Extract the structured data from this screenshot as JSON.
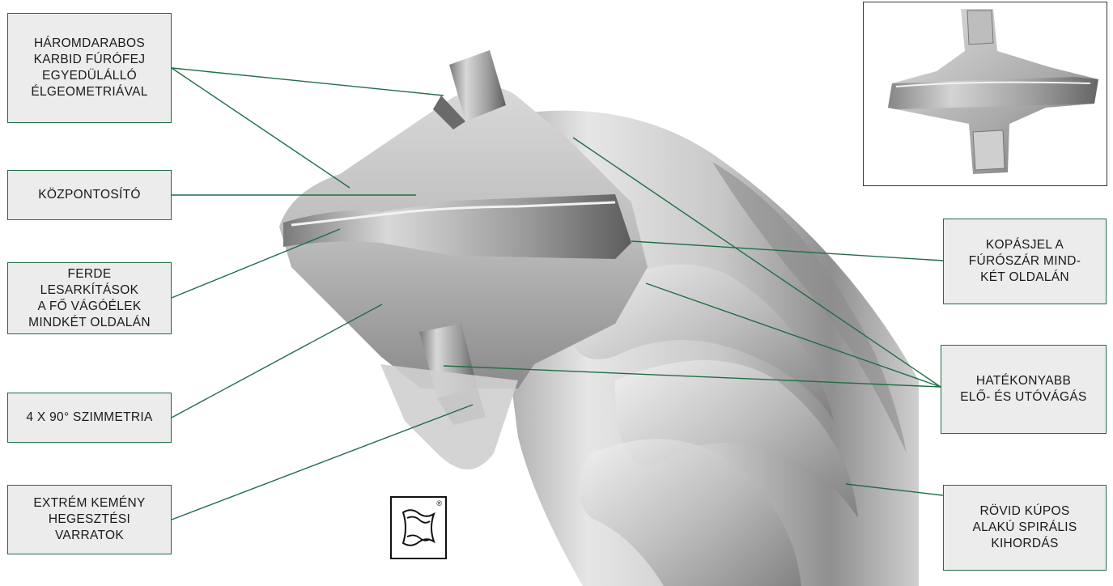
{
  "labels": {
    "carbide_head": "HÁROMDARABOS\nKARBID FÚRÓFEJ\nEGYEDÜLÁLLÓ\nÉLGEOMETRIÁVAL",
    "centering": "KÖZPONTOSÍTÓ",
    "chamfers": "FERDE\nLESARKÍTÁSOK\nA FŐ VÁGÓÉLEK\nMINDKÉT OLDALÁN",
    "symmetry": "4 X 90° SZIMMETRIA",
    "welds": "EXTRÉM KEMÉNY\nHEGESZTÉSI\nVARRATOK",
    "wear_mark": "KOPÁSJEL A\nFÚRÓSZÁR MIND-\nKÉT OLDALÁN",
    "cutting": "HATÉKONYABB\nELŐ- ÉS UTÓVÁGÁS",
    "spiral": "RÖVID KÚPOS\nALAKÚ SPIRÁLIS\nKIHORDÁS"
  },
  "logo": {
    "registered_mark": "®",
    "icon": "twisted-bit-logo-icon"
  },
  "colors": {
    "leader_line": "#1f6e45",
    "label_background": "#ececec",
    "label_border": "#1f6e45",
    "metal_light": "#e9e9e9",
    "metal_mid": "#b5b5b5",
    "metal_dark": "#6e6e6e"
  }
}
